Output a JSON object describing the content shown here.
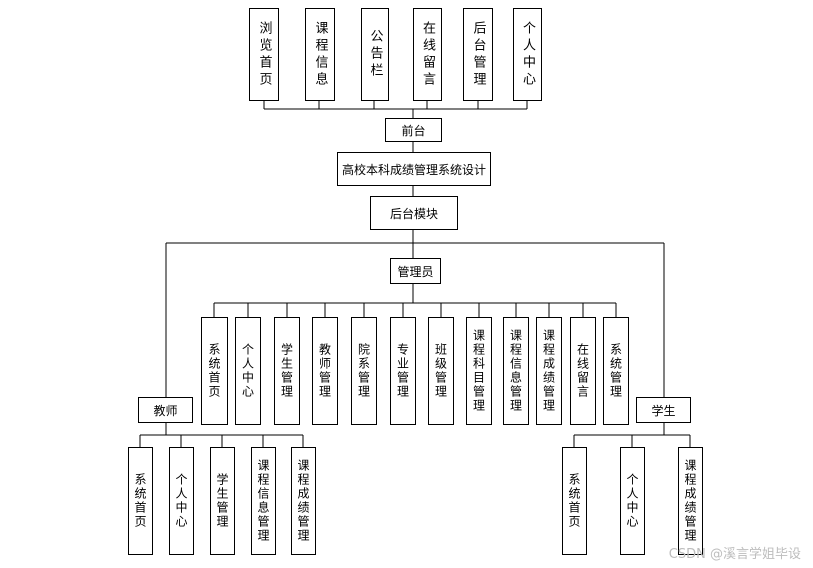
{
  "title": "高校本科成绩管理系统设计",
  "front": {
    "label": "前台",
    "pages": [
      "浏览首页",
      "课程信息",
      "公告栏",
      "在线留言",
      "后台管理",
      "个人中心"
    ]
  },
  "backend": {
    "label": "后台模块"
  },
  "admin": {
    "label": "管理员",
    "items": [
      "系统首页",
      "个人中心",
      "学生管理",
      "教师管理",
      "院系管理",
      "专业管理",
      "班级管理",
      "课程科目管理",
      "课程信息管理",
      "课程成绩管理",
      "在线留言",
      "系统管理"
    ]
  },
  "teacher": {
    "label": "教师",
    "items": [
      "系统首页",
      "个人中心",
      "学生管理",
      "课程信息管理",
      "课程成绩管理"
    ]
  },
  "student": {
    "label": "学生",
    "items": [
      "系统首页",
      "个人中心",
      "课程成绩管理"
    ]
  },
  "watermark": "CSDN @溪言学姐毕设"
}
